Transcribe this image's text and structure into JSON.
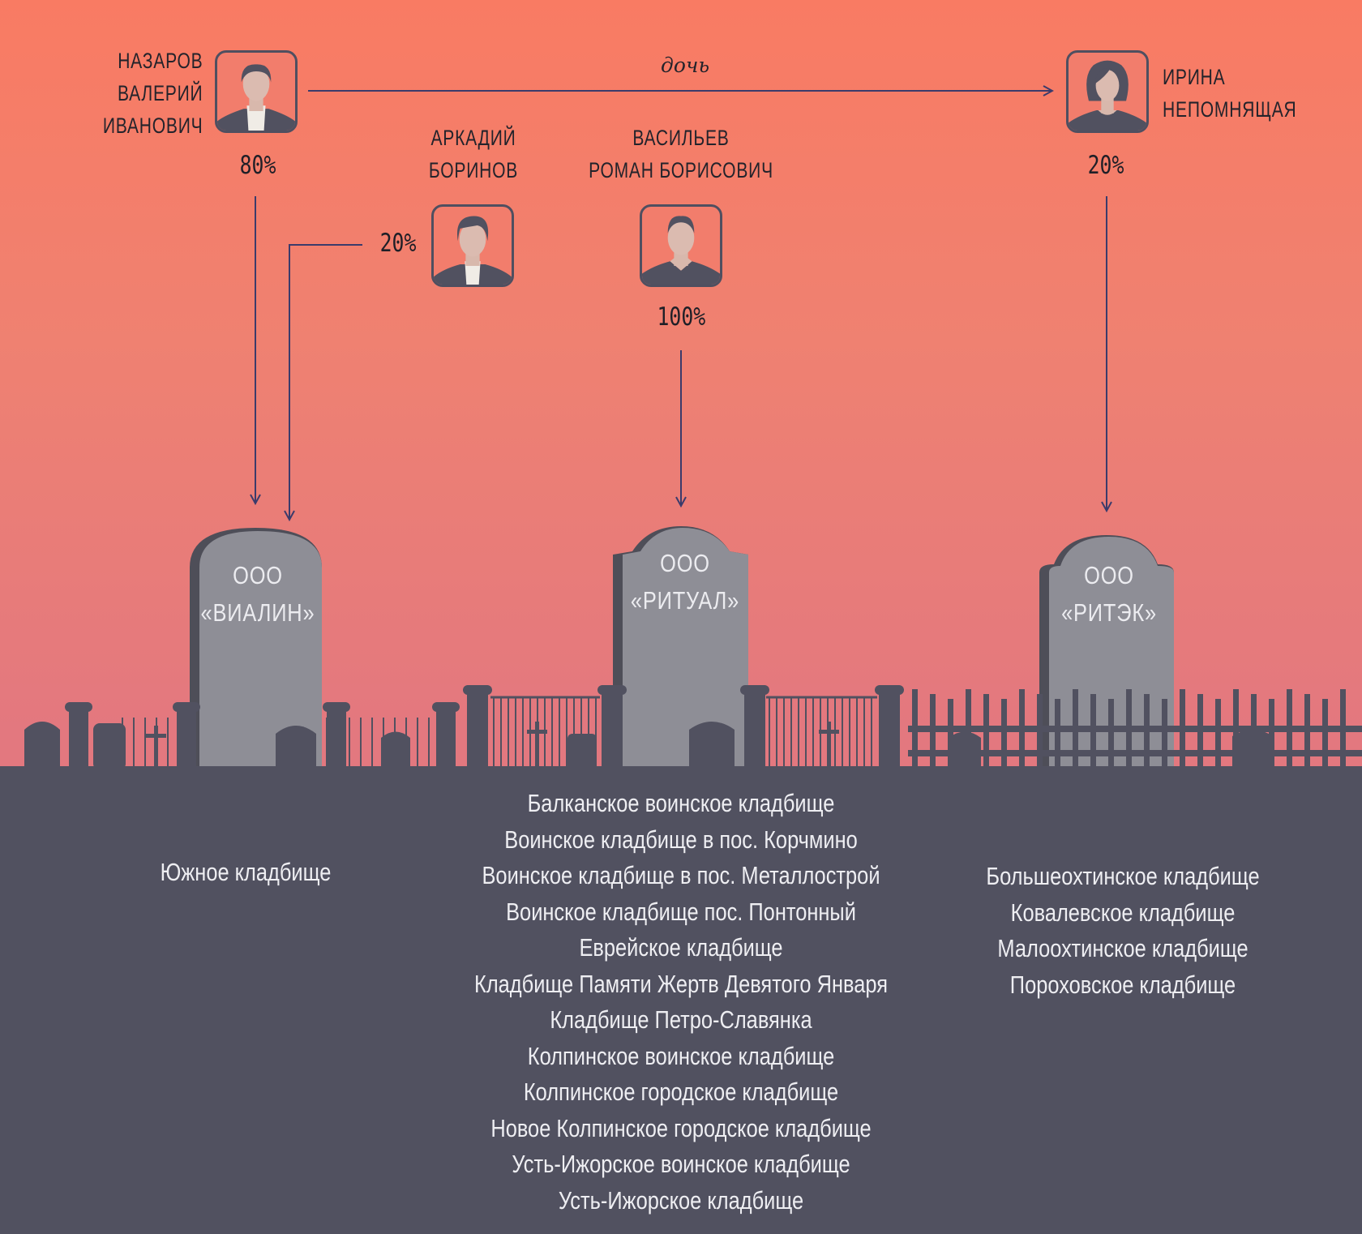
{
  "people": {
    "nazarov": {
      "name_lines": [
        "НАЗАРОВ",
        "ВАЛЕРИЙ",
        "ИВАНОВИЧ"
      ],
      "share": "80%"
    },
    "borinov": {
      "name_lines": [
        "АРКАДИЙ",
        "БОРИНОВ"
      ],
      "share": "20%"
    },
    "vasiliev": {
      "name_lines": [
        "ВАСИЛЬЕВ",
        "РОМАН БОРИСОВИЧ"
      ],
      "share": "100%"
    },
    "nepomnyashchaya": {
      "name_lines": [
        "ИРИНА",
        "НЕПОМНЯЩАЯ"
      ],
      "share": "20%"
    }
  },
  "relation_label": "дочь",
  "companies": [
    {
      "lines": [
        "ООО",
        "«ВИАЛИН»"
      ],
      "cemeteries": [
        "Южное кладбище"
      ]
    },
    {
      "lines": [
        "ООО",
        "«РИТУАЛ»"
      ],
      "cemeteries": [
        "Балканское воинское кладбище",
        "Воинское кладбище в пос. Корчмино",
        "Воинское кладбище в пос. Металлострой",
        "Воинское кладбище пос. Понтонный",
        "Еврейское кладбище",
        "Кладбище Памяти Жертв Девятого Января",
        "Кладбище Петро-Славянка",
        "Колпинское воинское кладбище",
        "Колпинское городское кладбище",
        "Новое Колпинское городское кладбище",
        "Усть-Ижорское воинское кладбище",
        "Усть-Ижорское кладбище"
      ]
    },
    {
      "lines": [
        "ООО",
        "«РИТЭК»"
      ],
      "cemeteries": [
        "Большеохтинское кладбище",
        "Ковалевское кладбище",
        "Малоохтинское кладбище",
        "Пороховское кладбище"
      ]
    }
  ],
  "colors": {
    "bg_top": "#f97b63",
    "bg_bottom": "#e3787f",
    "ground": "#515160",
    "line": "#3b3b6b",
    "tomb": "#8e8e96"
  }
}
